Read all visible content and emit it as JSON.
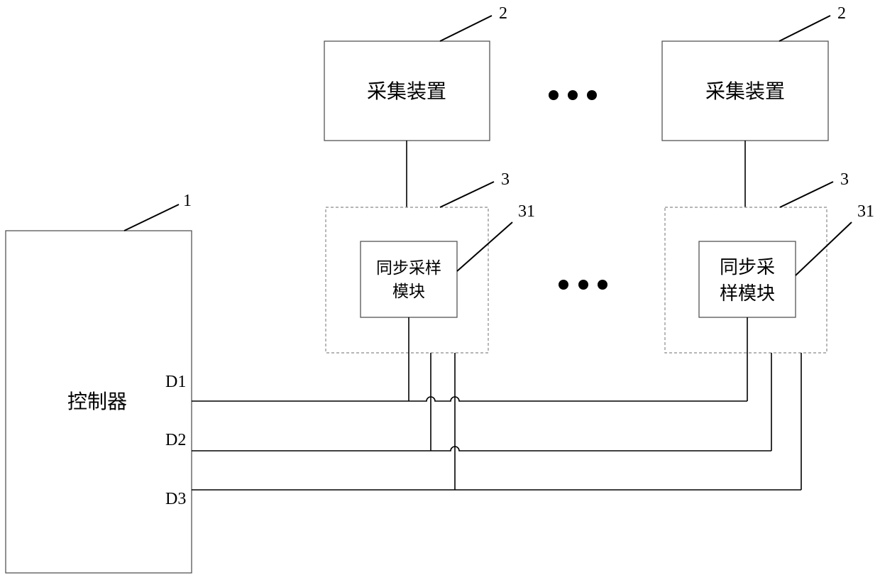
{
  "controller": {
    "ref": "1",
    "label": "控制器",
    "ports": [
      "D1",
      "D2",
      "D3"
    ]
  },
  "devices": [
    {
      "ref": "2",
      "label": "采集装置"
    },
    {
      "ref": "2",
      "label": "采集装置"
    }
  ],
  "modules": [
    {
      "ref": "3",
      "inner_ref": "31",
      "lines": [
        "同步采样",
        "模块"
      ]
    },
    {
      "ref": "3",
      "inner_ref": "31",
      "lines": [
        "同步采",
        "样模块"
      ]
    }
  ]
}
